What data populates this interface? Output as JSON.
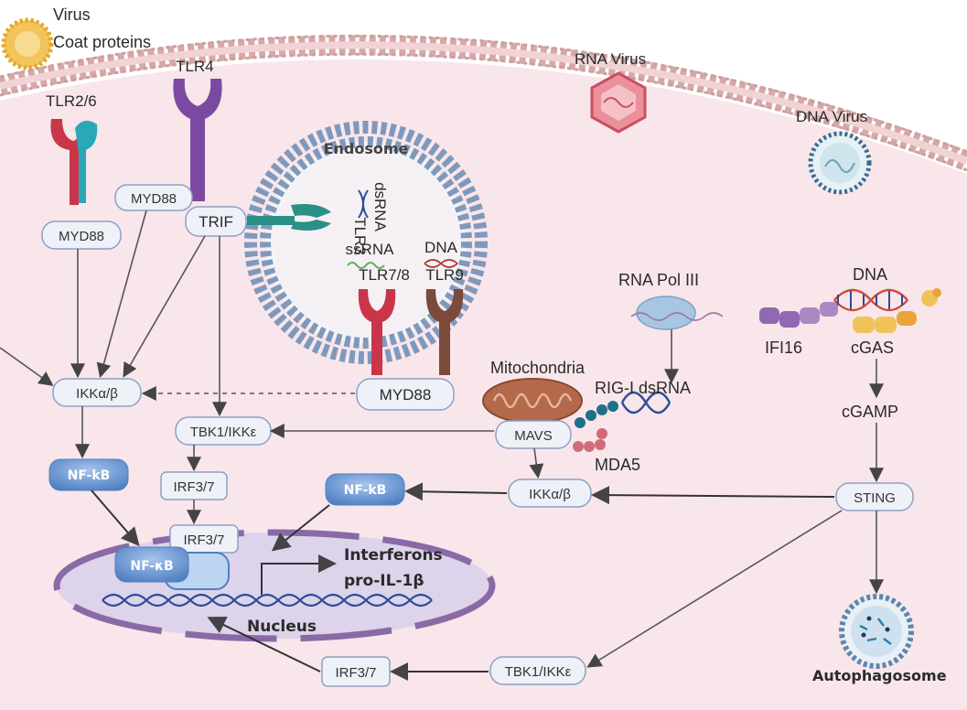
{
  "virus_labels": {
    "virus": "Virus",
    "coat": "Coat proteins",
    "rna_virus": "RNA Virus",
    "dna_virus": "DNA Virus"
  },
  "receptors": {
    "tlr26": "TLR2/6",
    "tlr4": "TLR4",
    "tlr3": "TLR3",
    "tlr78": "TLR7/8",
    "tlr9": "TLR9"
  },
  "endosome": {
    "title": "Endosome",
    "dsrna": "dsRNA",
    "ssrna": "ssRNA",
    "dna": "DNA"
  },
  "adaptors": {
    "myd88_a": "MYD88",
    "myd88_b": "MYD88",
    "trif": "TRIF",
    "myd88_c": "MYD88",
    "mavs": "MAVS"
  },
  "kinases": {
    "ikk_left": "IKKα/β",
    "tbk1_top": "TBK1/IKKε",
    "ikk_mid": "IKKα/β",
    "tbk1_bottom": "TBK1/IKKε"
  },
  "factors": {
    "nfkb_left": "NF-kB",
    "nfkb_mid": "NF-kB",
    "nfkb_nucleus": "NF-κB",
    "irf37_a": "IRF3/7",
    "irf37_b": "IRF3/7",
    "irf37_c": "IRF3/7"
  },
  "sensors": {
    "mitochondria": "Mitochondria",
    "rigi": "RIG-I dsRNA",
    "mda5": "MDA5",
    "rnapol": "RNA Pol III",
    "dna_cgas": "DNA",
    "ifi16": "IFI16",
    "cgas": "cGAS",
    "cgamp": "cGAMP",
    "sting": "STING",
    "autophagosome": "Autophagosome"
  },
  "nucleus": {
    "label": "Nucleus",
    "output1": "Interferons",
    "output2": "pro-IL-1β"
  },
  "colors": {
    "cell": "#f8e6ea",
    "membrane_head": "#e3a8a6",
    "endosome_bead": "#7f99bd",
    "box_fill": "#eef1f8",
    "box_stroke": "#8da0c4",
    "nfkb": "#5a86c6",
    "nucleus": "#ddd3ea",
    "nucleus_rim": "#8a6aa6",
    "dna": "#2d4c9a"
  }
}
